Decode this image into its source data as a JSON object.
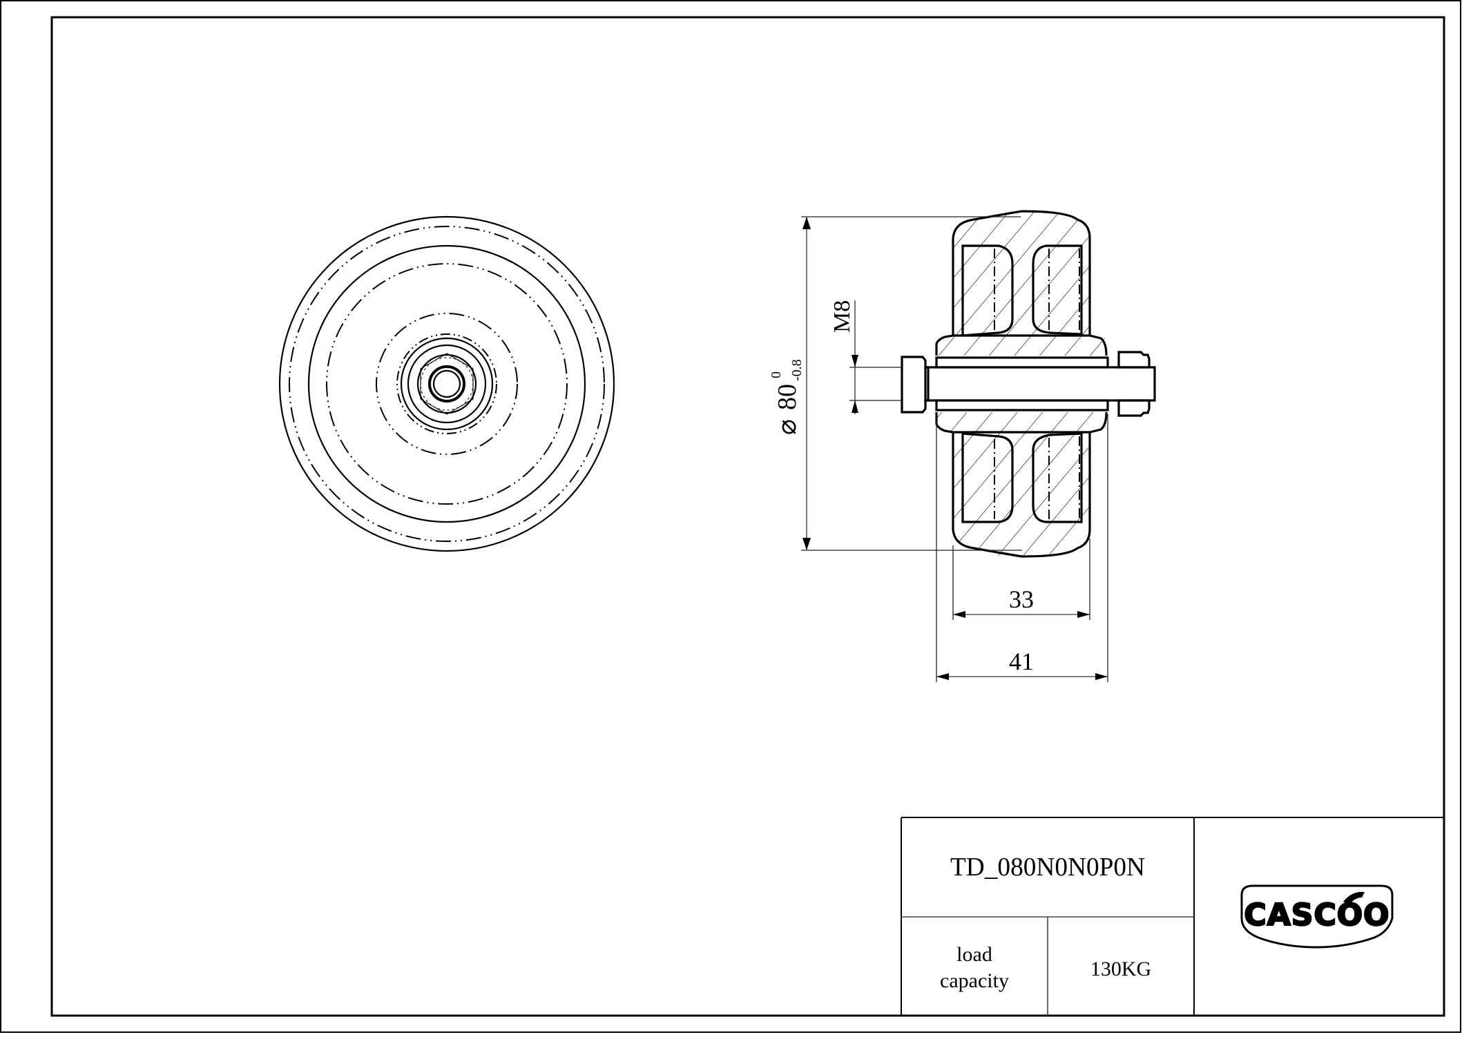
{
  "drawing": {
    "type": "technical-drawing",
    "subject": "wheel with axle bolt and nut",
    "views": [
      "front-view",
      "section-view"
    ]
  },
  "dimensions": {
    "diameter": {
      "symbol": "⌀",
      "value": "80",
      "tolerance_upper": "0",
      "tolerance_lower": "-0.8"
    },
    "thread": {
      "label": "M8"
    },
    "tread_width": {
      "label": "33"
    },
    "overall_width": {
      "label": "41"
    }
  },
  "title_block": {
    "part_number": "TD_080N0N0P0N",
    "load_capacity_label_line1": "load",
    "load_capacity_label_line2": "capacity",
    "load_capacity_value": "130KG",
    "logo_text": "CASCOO",
    "brand": "CASCOO"
  },
  "colors": {
    "line": "#000000",
    "dimension": "#555555",
    "background": "#ffffff"
  }
}
